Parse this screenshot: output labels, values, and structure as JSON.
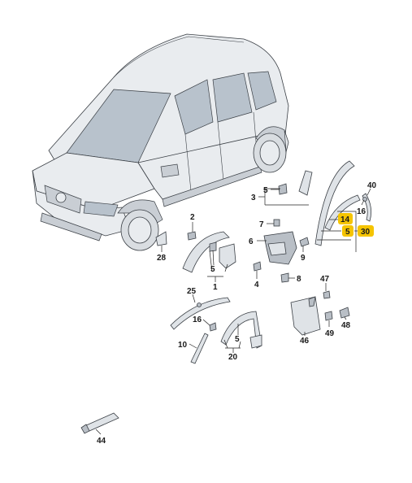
{
  "diagram": {
    "callouts": [
      {
        "id": "c1",
        "text": "1",
        "highlight": false
      },
      {
        "id": "c2",
        "text": "2",
        "highlight": false
      },
      {
        "id": "c3",
        "text": "3",
        "highlight": false
      },
      {
        "id": "c4",
        "text": "4",
        "highlight": false
      },
      {
        "id": "c5a",
        "text": "5",
        "highlight": false
      },
      {
        "id": "c5b",
        "text": "5",
        "highlight": false
      },
      {
        "id": "c5c",
        "text": "5",
        "highlight": true
      },
      {
        "id": "c5d",
        "text": "5",
        "highlight": false
      },
      {
        "id": "c6",
        "text": "6",
        "highlight": false
      },
      {
        "id": "c7",
        "text": "7",
        "highlight": false
      },
      {
        "id": "c8",
        "text": "8",
        "highlight": false
      },
      {
        "id": "c9",
        "text": "9",
        "highlight": false
      },
      {
        "id": "c10",
        "text": "10",
        "highlight": false
      },
      {
        "id": "c14",
        "text": "14",
        "highlight": true
      },
      {
        "id": "c16a",
        "text": "16",
        "highlight": false
      },
      {
        "id": "c16b",
        "text": "16",
        "highlight": false
      },
      {
        "id": "c20",
        "text": "20",
        "highlight": false
      },
      {
        "id": "c25",
        "text": "25",
        "highlight": false
      },
      {
        "id": "c28",
        "text": "28",
        "highlight": false
      },
      {
        "id": "c30",
        "text": "30",
        "highlight": true
      },
      {
        "id": "c40",
        "text": "40",
        "highlight": false
      },
      {
        "id": "c44",
        "text": "44",
        "highlight": false
      },
      {
        "id": "c46",
        "text": "46",
        "highlight": false
      },
      {
        "id": "c47",
        "text": "47",
        "highlight": false
      },
      {
        "id": "c48",
        "text": "48",
        "highlight": false
      },
      {
        "id": "c49",
        "text": "49",
        "highlight": false
      }
    ],
    "colors": {
      "highlight": "#f5c400",
      "line": "#222222",
      "part_fill": "#dfe3e7",
      "glass": "#b8c2cc"
    }
  }
}
